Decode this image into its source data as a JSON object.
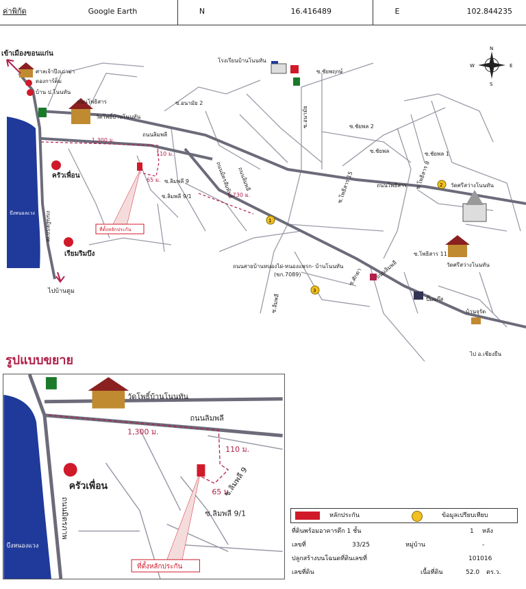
{
  "header": {
    "coord_label": "ค่าพิกัด",
    "source": "Google Earth",
    "n_label": "N",
    "n_value": "16.416489",
    "e_label": "E",
    "e_value": "102.844235"
  },
  "compass": {
    "n": "N",
    "s": "S",
    "e": "E",
    "w": "W"
  },
  "main_map": {
    "to_khonkaen": "เข้าเมืองขอนแก่น",
    "shrine": "ศาลเจ้าปึงเถ่าม่า",
    "mart": "ตองการ์ต็ม",
    "house": "บ้าน ป.โนนทัน",
    "road_phothisan": "ถนนโพธิสาร",
    "wat_pho": "วัดโพธิ์บ้านโนนทัน",
    "soi_anamai2": "ซ.อนามัย 2",
    "road_limphli": "ถนนลิมพลี",
    "dist_1300": "1,300 ม.",
    "dist_110": "110 ม.",
    "dist_65": "65 ม.",
    "soi_limphli9": "ซ.ลิมพลี 9",
    "soi_limphli91": "ซ.ลิมพลี 9/1",
    "kruapuean": "ครัวเพื่อน",
    "road_mitraphap": "ถนนมิตรภาพ",
    "lake": "บึงหนองแวง",
    "riamrimbueng": "เรียมริมบึง",
    "to_bantum": "ไปบ้านตูม",
    "site_label": "ที่ตั้งหลักประกัน",
    "school": "โรงเรียนบ้านโนนทัน",
    "soi_chayaphruek": "ซ.ชัยพฤกษ์",
    "soi_anamai": "ซ.อนามัย",
    "soi_chayaphon2": "ซ.ชัยพล 2",
    "soi_chayaphon": "ซ.ชัยพล",
    "soi_chayaphon1": "ซ.ชัยพล 1",
    "road_phothisan2": "ถนนโพธิสาร",
    "road_mitsampan": "ถนนมิตรสัมพันธ์",
    "dist_1730": "1,730 ม.",
    "road_limphli2": "ถนนลิมพลี",
    "soi_phothisan15": "ซ.โพธิสาร 15",
    "soi_phothisan8": "ซ.โพธิสาร 8",
    "soi_phothisan11": "ซ.โพธิสาร 11",
    "wat_sriswang": "วัดศรีสว่างโนนทัน",
    "wat_sriswang2": "วัดศรีสว่างโนนทัน",
    "road_nongphai": "ถนนสายบ้านหนองไผ่-หนองแพรก- บ้านโนนทัน",
    "road_code": "(ขก.7089)",
    "soi_limphli": "ซ.ลิมพลี",
    "soi_sakda": "ซ.ศักดา",
    "road_limphli3": "ถนนลิมพลี",
    "pumkat": "ปั๊มแก๊ส",
    "banjurat": "บ้านจุรัต",
    "to_chiangyuen": "ไป อ.เชียงยืน",
    "marker_1": "1",
    "marker_2": "2",
    "marker_3": "3"
  },
  "enlarged_title": "รูปแบบขยาย",
  "inset_map": {
    "wat_pho": "วัดโพธิ์บ้านโนนทัน",
    "road_limphli": "ถนนลิมพลี",
    "dist_1300": "1,300 ม.",
    "dist_110": "110 ม.",
    "dist_65": "65 ม.",
    "soi_limphli9": "ซ.ลิมพลี 9",
    "soi_limphli91": "ซ.ลิมพลี 9/1",
    "kruapuean": "ครัวเพื่อน",
    "road_mitraphap": "ถนนมิตรภาพ",
    "lake": "บึงหนองแวง",
    "site_label": "ที่ตั้งหลักประกัน"
  },
  "legend": {
    "collateral": "หลักประกัน",
    "comparison": "ข้อมูลเปรียบเทียบ",
    "row1_label": "ที่ดินพร้อมอาคารตึก 1 ชั้น",
    "row1_value": "1",
    "row1_unit": "หลัง",
    "row2_label": "เลขที่",
    "row2_value": "33/25",
    "row2_label2": "หมู่บ้าน",
    "row2_value2": "-",
    "row3_label": "ปลูกสร้างบนโฉนดที่ดินเลขที่",
    "row3_value": "101016",
    "row4_label": "เลขที่ดิน",
    "row4_label2": "เนื้อที่ดิน",
    "row4_value": "52.0",
    "row4_unit": "ตร.ว."
  },
  "colors": {
    "road": "#8a8a9a",
    "main_road": "#6b6b7a",
    "lake": "#1f3a9a",
    "distance": "#b0204a",
    "collateral": "#d01a2a",
    "comparison": "#f0c020",
    "title": "#b0204a"
  }
}
